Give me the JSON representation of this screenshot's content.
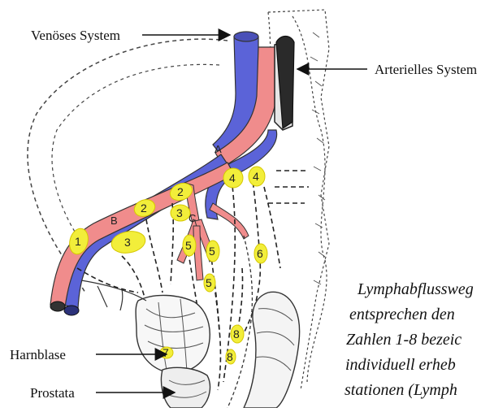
{
  "labels": {
    "venous": "Venöses System",
    "arterial": "Arterielles System",
    "bladder": "Harnblase",
    "prostate": "Prostata"
  },
  "vessel_letters": {
    "a": "A",
    "b": "B",
    "c": "C"
  },
  "nodes": {
    "n1": "1",
    "n2a": "2",
    "n2b": "2",
    "n3a": "3",
    "n3b": "3",
    "n4a": "4",
    "n4b": "4",
    "n5a": "5",
    "n5b": "5",
    "n5c": "5",
    "n6": "6",
    "n7": "7",
    "n8a": "8",
    "n8b": "8"
  },
  "caption_lines": {
    "l1": "Lymphabflussweg",
    "l2": "entsprechen den",
    "l3": "Zahlen 1-8 bezeic",
    "l4": "individuell erheb",
    "l5": "stationen (Lymph"
  },
  "colors": {
    "artery": "#f08c8c",
    "vein": "#5b63d8",
    "node": "#f2ee3a",
    "outline": "#333333"
  }
}
